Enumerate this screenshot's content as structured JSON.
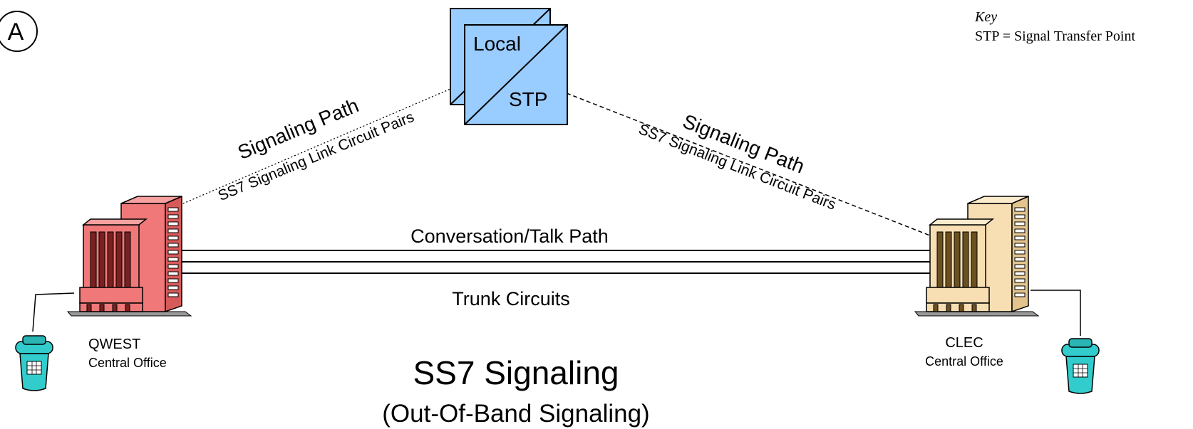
{
  "marker": "A",
  "key": {
    "title": "Key",
    "entry": "STP = Signal Transfer Point"
  },
  "stp": {
    "label_top": "Local",
    "label_bottom": "STP",
    "fill_color": "#99ccff"
  },
  "left_link": {
    "path_label": "Signaling Path",
    "circuit_label": "SS7 Signaling Link Circuit Pairs"
  },
  "right_link": {
    "path_label": "Signaling Path",
    "circuit_label": "SS7 Signaling Link Circuit Pairs"
  },
  "trunk": {
    "talk_label": "Conversation/Talk Path",
    "trunk_label": "Trunk Circuits"
  },
  "qwest_office": {
    "name": "QWEST",
    "subtitle": "Central Office",
    "color": "#f07878"
  },
  "clec_office": {
    "name": "CLEC",
    "subtitle": "Central Office",
    "color": "#f7dfb3"
  },
  "phone_color": "#33cccc",
  "title": {
    "main": "SS7 Signaling",
    "sub": "(Out-Of-Band Signaling)"
  }
}
